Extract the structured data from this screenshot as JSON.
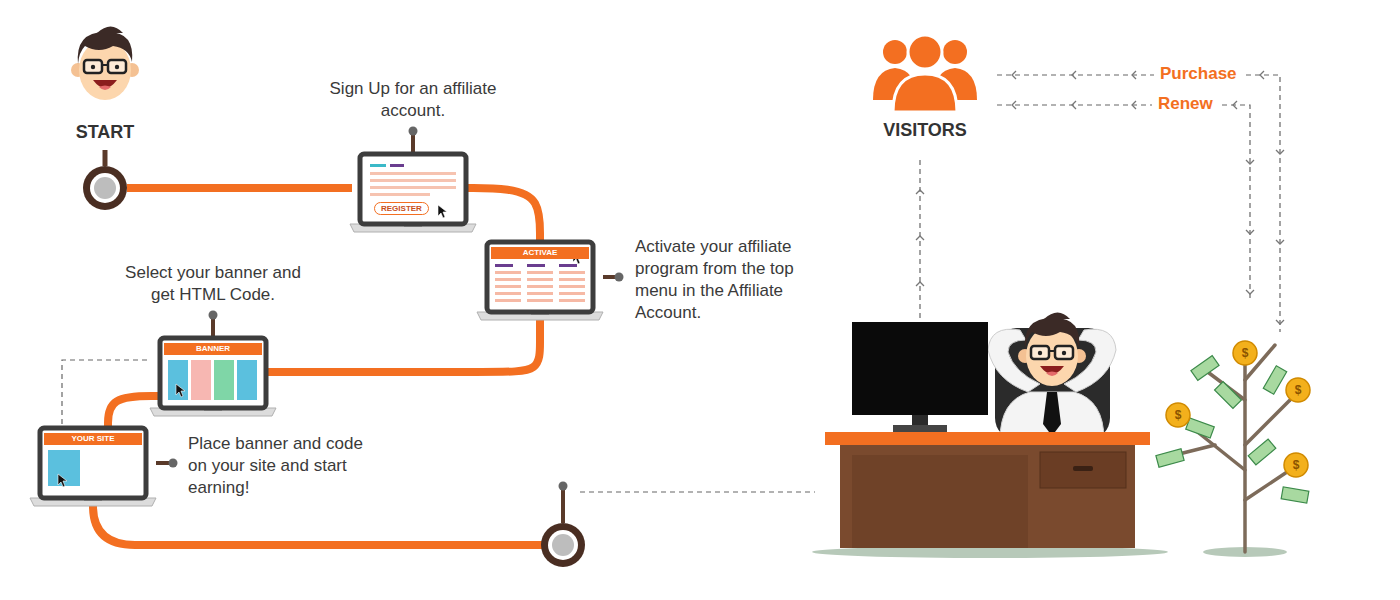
{
  "diagram": {
    "nodes": [
      {
        "text": [
          "Sign Up for an affiliate account.",
          "REGISTER"
        ]
      },
      {
        "text": [
          "ACTIVAE",
          "Activate your affiliate program from the top menu in the Affiliate Account."
        ]
      },
      {
        "text": [
          "Select your banner and get HTML Code.",
          "BANNER"
        ]
      },
      {
        "text": [
          "YOUR SITE",
          "Place banner and code on your site and start earning!"
        ]
      },
      {
        "text": [
          "VISITORS"
        ]
      }
    ],
    "edges": [
      {
        "from": 0,
        "to": 1,
        "arrow": "none"
      },
      {
        "from": 1,
        "to": 2,
        "arrow": "none"
      },
      {
        "from": 2,
        "to": 3,
        "arrow": "none"
      }
    ],
    "labels": [
      "START",
      "Purchase",
      "Renew",
      "$",
      "$",
      "$",
      "$"
    ]
  }
}
